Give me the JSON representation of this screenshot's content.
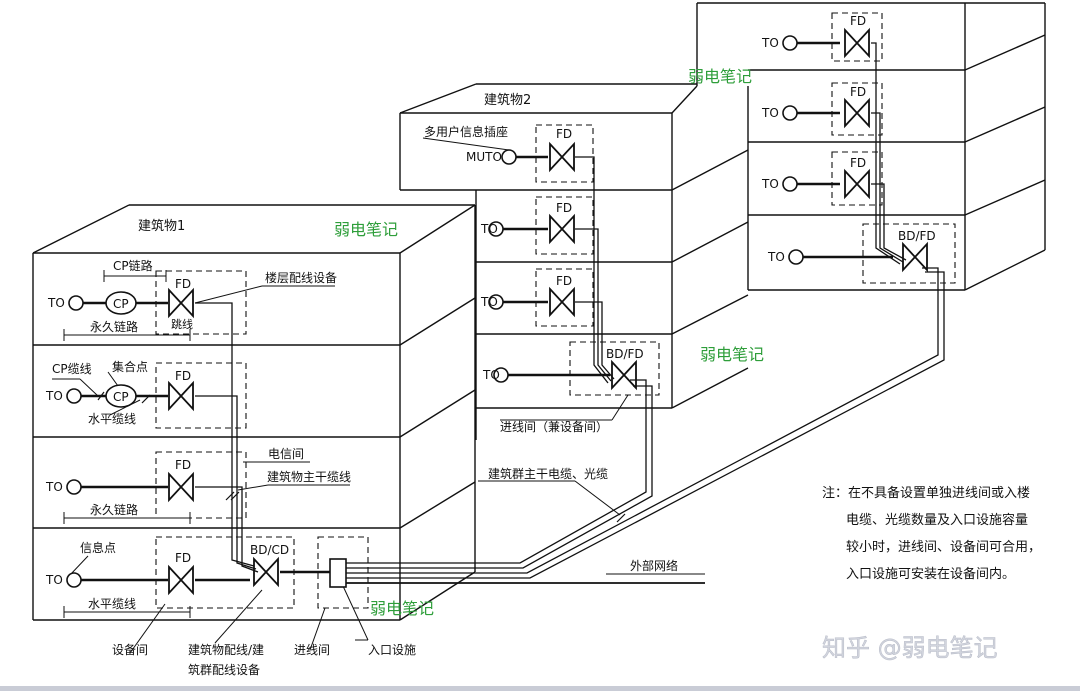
{
  "colors": {
    "line": "#111111",
    "watermark": "#2e9e3a",
    "platform_watermark": "#d9dce4",
    "background": "#ffffff"
  },
  "buildings": {
    "b1": {
      "title": "建筑物1"
    },
    "b2": {
      "title": "建筑物2"
    }
  },
  "labels": {
    "fd": "FD",
    "bd_fd": "BD/FD",
    "bd_cd": "BD/CD",
    "to": "TO",
    "muto": "MUTO",
    "cp": "CP",
    "cp_link": "CP链路",
    "cp_cable": "CP缆线",
    "consolidation_point": "集合点",
    "permanent_link": "永久链路",
    "horizontal_cable": "水平缆线",
    "jumper": "跳线",
    "floor_distributor": "楼层配线设备",
    "telecom_room": "电信间",
    "backbone_cable": "建筑物主干缆线",
    "info_point": "信息点",
    "equipment_room": "设备间",
    "bd_cd_caption_1": "建筑物配线/建",
    "bd_cd_caption_2": "筑群配线设备",
    "entrance_room": "进线间",
    "entrance_facility": "入口设施",
    "multi_user_outlet": "多用户信息插座",
    "entrance_room_b2": "进线间（兼设备间）",
    "campus_backbone": "建筑群主干电缆、光缆",
    "external_network": "外部网络"
  },
  "note": {
    "line1": "注：在不具备设置单独进线间或入楼",
    "line2": "电缆、光缆数量及入口设施容量",
    "line3": "较小时，进线间、设备间可合用，",
    "line4": "入口设施可安装在设备间内。"
  },
  "watermarks": {
    "text": "弱电笔记",
    "platform": "知乎 @弱电笔记"
  }
}
